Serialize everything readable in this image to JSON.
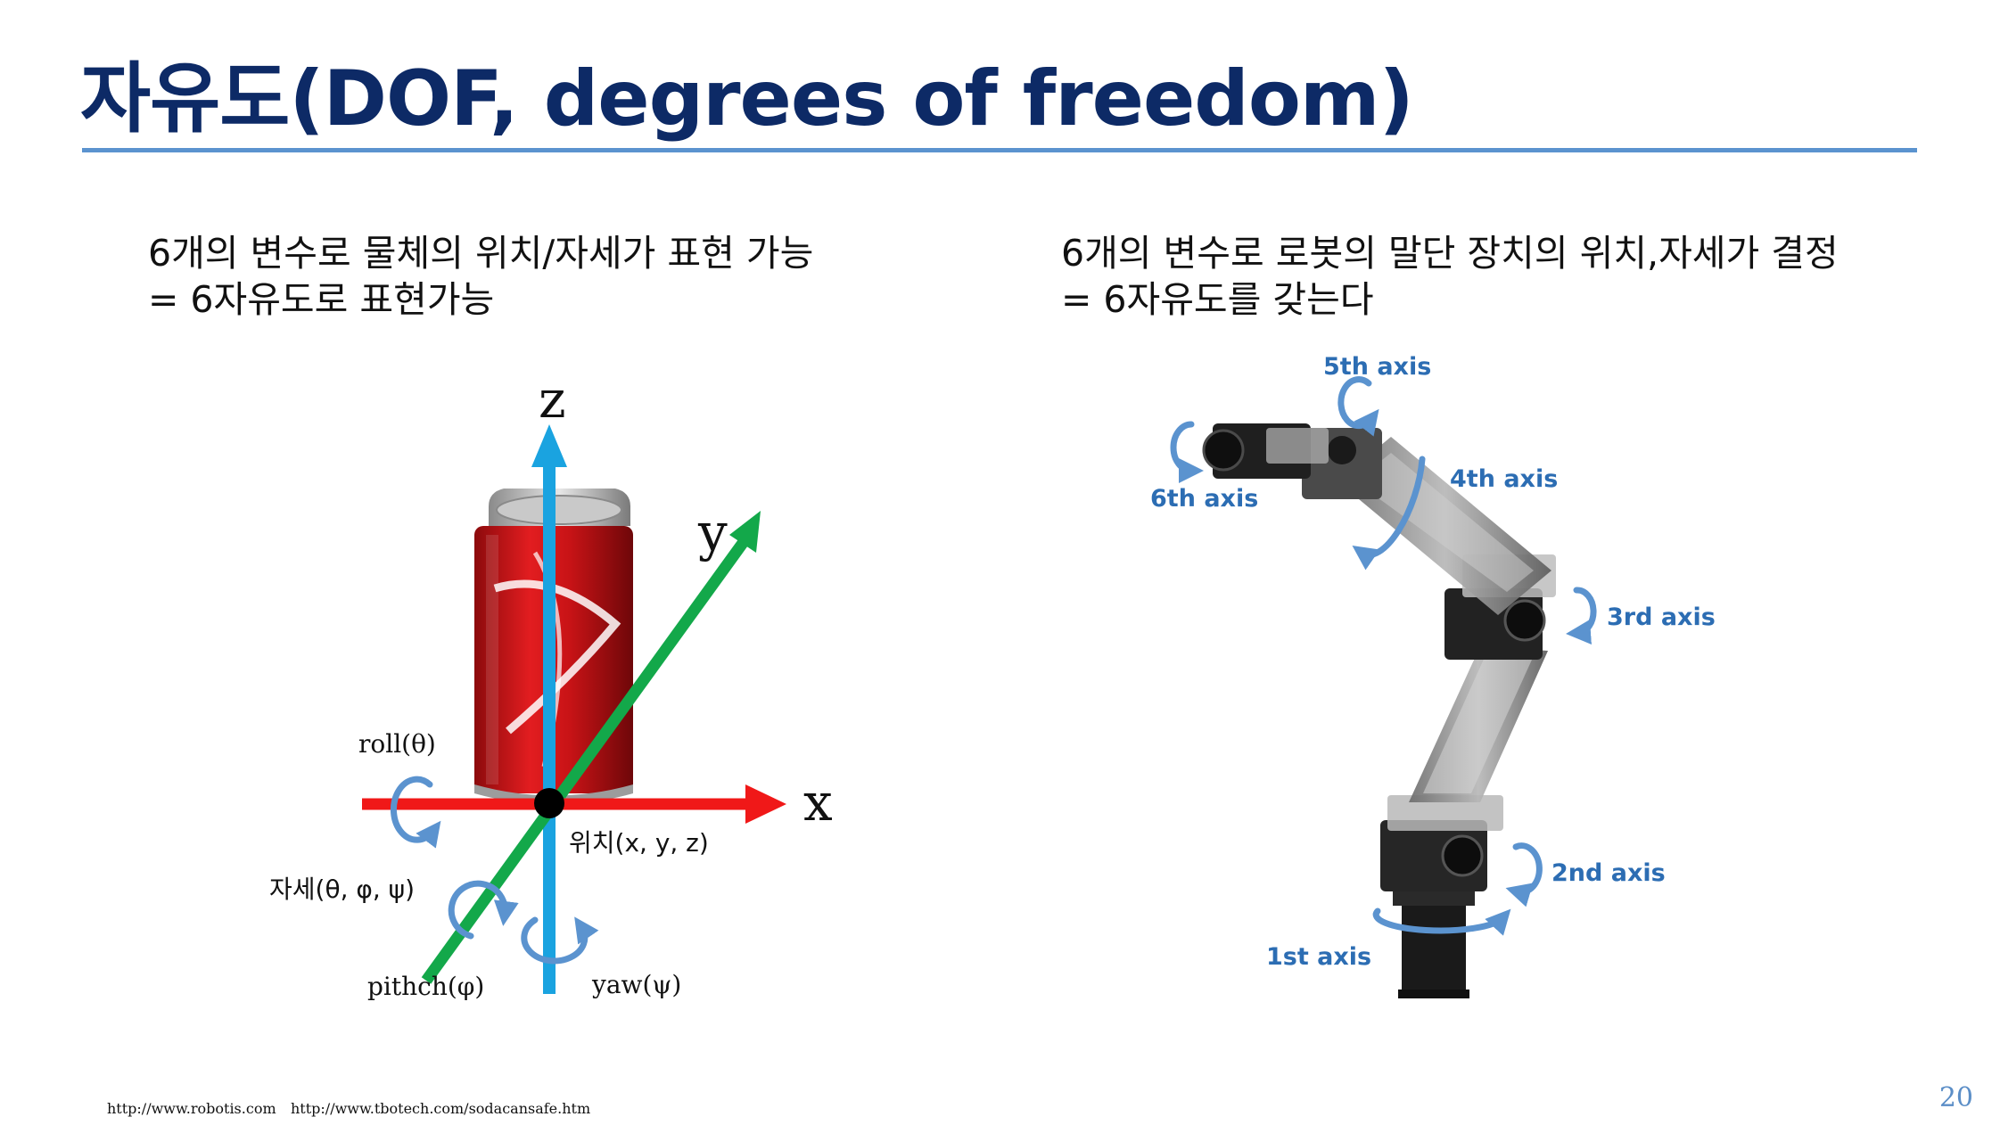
{
  "slide": {
    "title": "자유도(DOF, degrees of freedom)",
    "page_number": "20"
  },
  "left": {
    "line1": "6개의 변수로 물체의 위치/자세가 표현 가능",
    "line2": "= 6자유도로 표현가능",
    "labels": {
      "z": "z",
      "y": "y",
      "x": "x",
      "roll": "roll(θ)",
      "position": "위치(x, y, z)",
      "posture": "자세(θ, φ, ψ)",
      "pitch": "pithch(φ)",
      "yaw": "yaw(ψ)"
    },
    "colors": {
      "z_axis": "#1aa3e0",
      "y_axis": "#13a84a",
      "x_axis": "#f01818",
      "rotation": "#5b93cf"
    }
  },
  "right": {
    "line1": "6개의 변수로 로봇의 말단 장치의 위치,자세가 결정",
    "line2": "= 6자유도를 갖는다",
    "axes": [
      "5th axis",
      "4th axis",
      "6th axis",
      "3rd axis",
      "2nd axis",
      "1st axis"
    ],
    "label_color": "#2c6db3"
  },
  "footer": {
    "source1": "http://www.robotis.com",
    "source2": "http://www.tbotech.com/sodacansafe.htm"
  }
}
